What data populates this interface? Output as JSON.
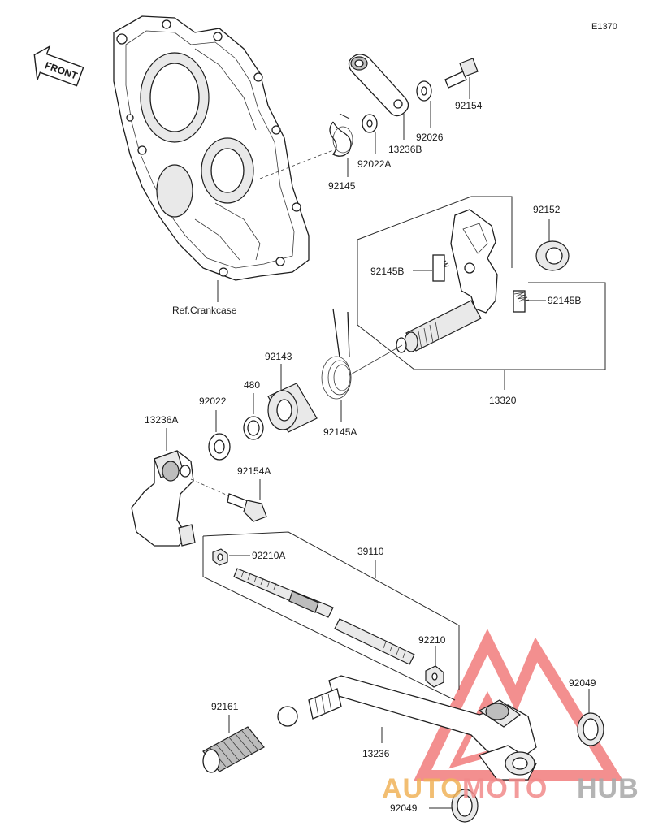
{
  "diagram_code": "E1370",
  "front_label": "FRONT",
  "ref_label": "Ref.Crankcase",
  "parts": {
    "p92154": "92154",
    "p92026": "92026",
    "p13236B": "13236B",
    "p92022A": "92022A",
    "p92145": "92145",
    "p92152": "92152",
    "p92145B_left": "92145B",
    "p92145B_right": "92145B",
    "p13320": "13320",
    "p92143": "92143",
    "p480": "480",
    "p92145A": "92145A",
    "p92022": "92022",
    "p13236A": "13236A",
    "p92154A": "92154A",
    "p92210A": "92210A",
    "p39110": "39110",
    "p92210": "92210",
    "p92049_top": "92049",
    "p92161": "92161",
    "p13236": "13236",
    "p92049_bottom": "92049"
  },
  "watermark": {
    "part1": "AUTO",
    "part2": "MOTO",
    "part3": "HUB",
    "colors": {
      "auto": "#f0b35a",
      "moto": "#f28a8a",
      "hub": "#b0b0b0",
      "triangle": "#ef5a5a"
    }
  }
}
